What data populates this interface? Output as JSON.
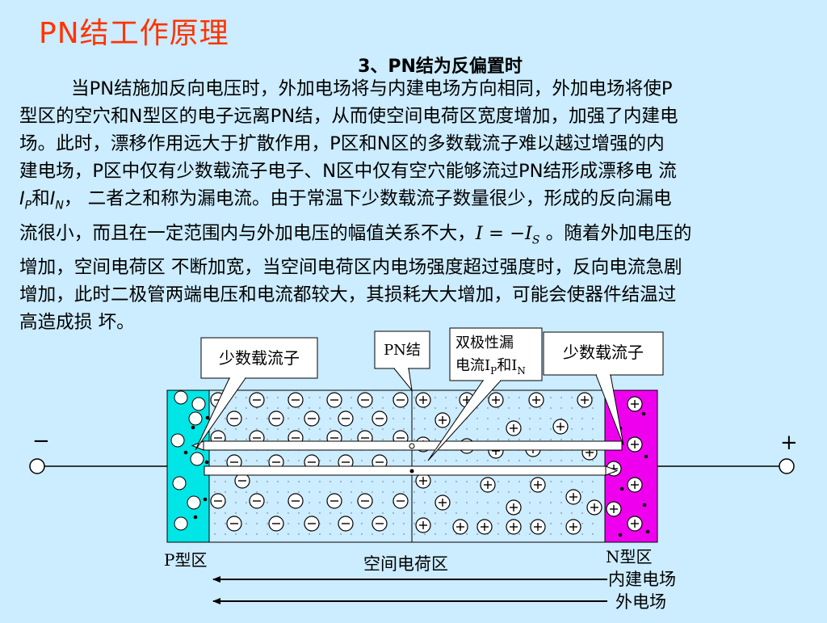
{
  "slide": {
    "title": "PN结工作原理",
    "heading": "3、PN结为反偏置时"
  },
  "body": {
    "l1": "当PN结施加反向电压时，外加电场将与内建电场方向相同，外加电场将使P",
    "l2": "型区的空穴和N型区的电子远离PN结，从而使空间电荷区宽度增加，加强了内建电",
    "l3": "场。此时，漂移作用远大于扩散作用，P区和N区的多数载流子难以越过增强的内",
    "l4": "建电场，P区中仅有少数载流子电子、N区中仅有空穴能够流过PN结形成漂移电 流",
    "l5_ip_main": "I",
    "l5_ip_sub": "P",
    "l5_and": "和",
    "l5_in_main": "I",
    "l5_in_sub": "N",
    "l5_rest": "，  二者之和称为漏电流。由于常温下少数载流子数量很少，形成的反向漏电",
    "l6_before": "流很小，而且在一定范围内与外加电压的幅值关系不大，",
    "l6_formula": "I = −I",
    "l6_formula_sub": "S",
    "l6_after": "  。随着外加电压的",
    "l7": "增加，空间电荷区 不断加宽，当空间电荷区内电场强度超过强度时，反向电流急剧",
    "l8": "增加，此时二极管两端电压和电流都较大，其损耗大大增加，可能会使器件结温过",
    "l9": "高造成损 坏。"
  },
  "diagram": {
    "label_minority_left": "少数载流子",
    "label_pn_junction": "PN结",
    "label_leakage_line1": "双极性漏",
    "label_leakage_line2_a": "电流I",
    "label_leakage_line2_sub1": "P",
    "label_leakage_line2_b": "和I",
    "label_leakage_line2_sub2": "N",
    "label_minority_right": "少数载流子",
    "terminal_minus": "−",
    "terminal_plus": "+",
    "label_p_region": "P型区",
    "label_space_charge": "空间电荷区",
    "label_n_region": "N型区",
    "label_built_in_field": "内建电场",
    "label_external_field": "外电场",
    "colors": {
      "background": "#ccecff",
      "p_region": "#00e5e5",
      "n_region": "#ee00ee",
      "title": "#ff3300"
    }
  }
}
